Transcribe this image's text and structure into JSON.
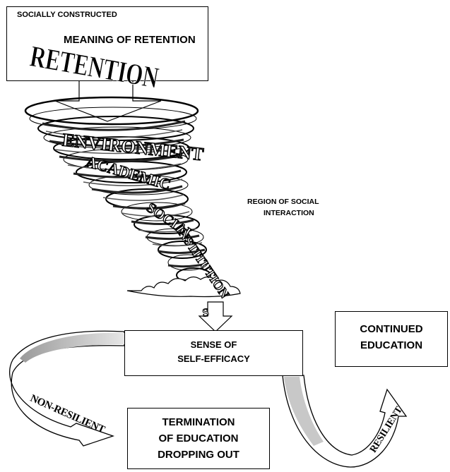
{
  "top_box": {
    "line1": "SOCIALLY CONSTRUCTED",
    "line2": "MEANING OF RETENTION"
  },
  "retention_word": "RETENTION",
  "tornado_words": [
    "ENVIRONMENT",
    "ACADEMIC",
    "SOCIAL",
    "INSTITUTION",
    "S"
  ],
  "region_label": {
    "line1": "REGION OF SOCIAL",
    "line2": "INTERACTION"
  },
  "self_efficacy_box": {
    "line1": "SENSE OF",
    "line2": "SELF-EFFICACY"
  },
  "continued_box": {
    "line1": "CONTINUED",
    "line2": "EDUCATION"
  },
  "termination_box": {
    "line1": "TERMINATION",
    "line2": "OF EDUCATION",
    "line3": "DROPPING OUT"
  },
  "non_resilient_label": "NON-RESILIENT",
  "resilient_label": "RESILIENT"
}
